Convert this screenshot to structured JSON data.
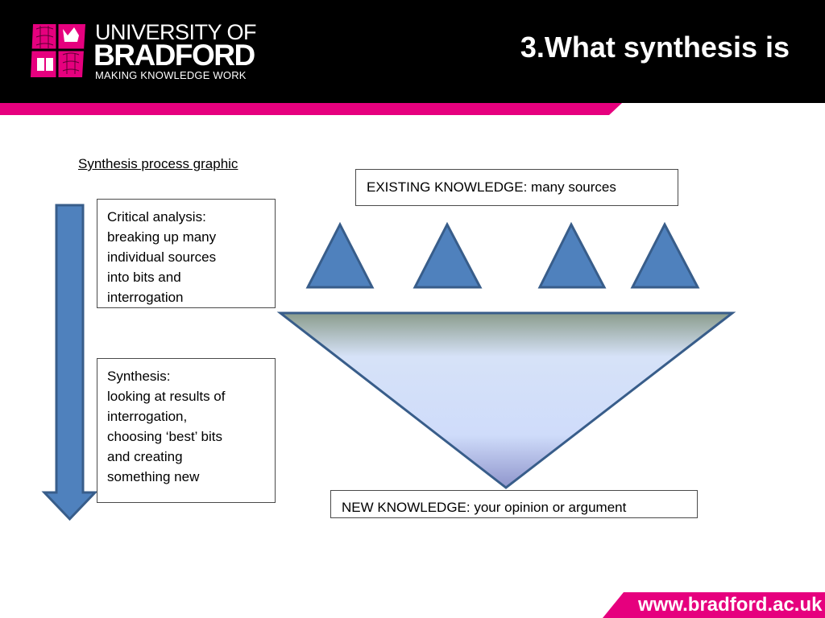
{
  "header": {
    "logo_line1": "UNIVERSITY OF",
    "logo_line2": "BRADFORD",
    "logo_line3": "MAKING KNOWLEDGE WORK",
    "title": "3.What synthesis is"
  },
  "footer": {
    "url": "www.bradford.ac.uk"
  },
  "diagram": {
    "caption": "Synthesis process graphic",
    "critical_analysis": {
      "lines": [
        "Critical analysis:",
        "breaking up many",
        "individual sources",
        "into bits and",
        "interrogation"
      ]
    },
    "synthesis": {
      "lines": [
        "Synthesis:",
        "looking at results of",
        "interrogation,",
        "choosing ‘best’ bits",
        "and creating",
        "something new"
      ]
    },
    "existing_knowledge": "EXISTING KNOWLEDGE: many sources",
    "new_knowledge": "NEW KNOWLEDGE: your opinion or argument"
  },
  "colors": {
    "brand_pink": "#e6007e",
    "header_black": "#000000",
    "shape_blue": "#4f81bd",
    "shape_outline": "#385d8a"
  }
}
